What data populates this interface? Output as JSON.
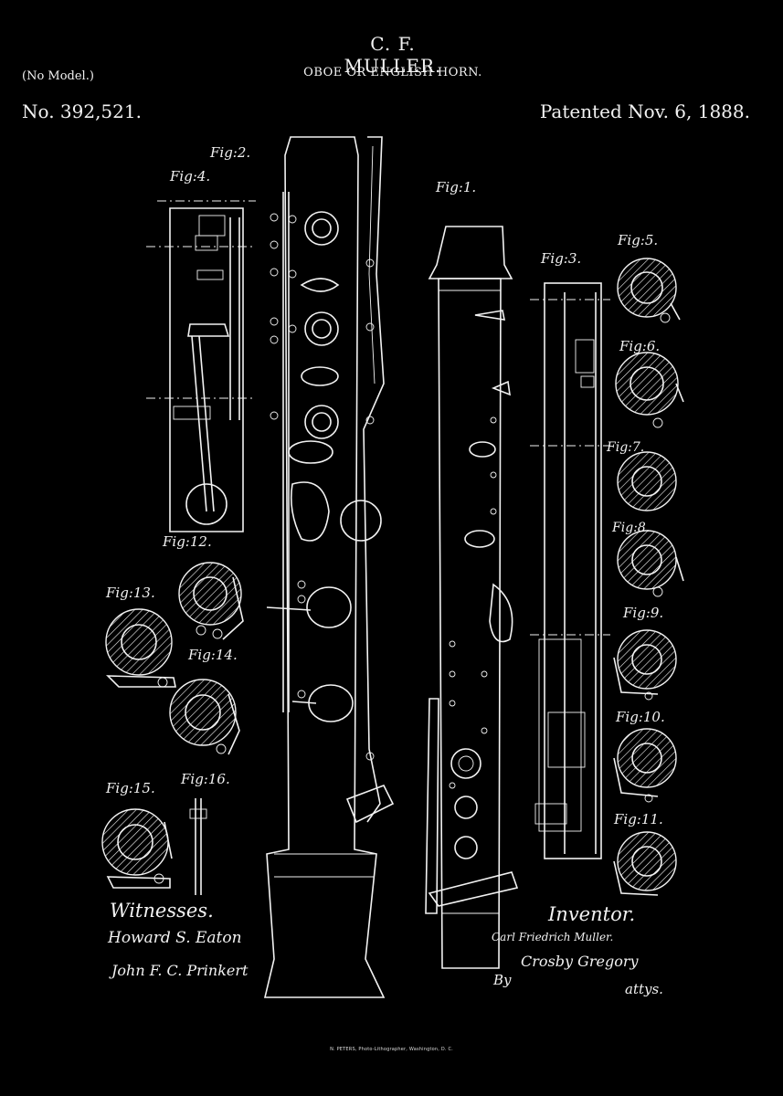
{
  "header": {
    "inventor_name": "C. F. MULLER.",
    "title": "OBOE OR ENGLISH HORN.",
    "no_model": "(No Model.)",
    "patent_number": "No. 392,521.",
    "patent_date": "Patented Nov. 6, 1888."
  },
  "figures": {
    "fig1": "Fig:1.",
    "fig2": "Fig:2.",
    "fig3": "Fig:3.",
    "fig4": "Fig:4.",
    "fig5": "Fig:5.",
    "fig6": "Fig:6.",
    "fig7": "Fig:7.",
    "fig8": "Fig:8.",
    "fig9": "Fig:9.",
    "fig10": "Fig:10.",
    "fig11": "Fig:11.",
    "fig12": "Fig:12.",
    "fig13": "Fig:13.",
    "fig14": "Fig:14.",
    "fig15": "Fig:15.",
    "fig16": "Fig:16."
  },
  "signatures": {
    "witnesses_label": "Witnesses.",
    "witness_1": "Howard S. Eaton",
    "witness_2": "John F. C. Prinkert",
    "inventor_label": "Inventor.",
    "inventor_signature": "Carl Friedrich Muller.",
    "by": "By",
    "attorney": "Crosby Gregory",
    "attys": "attys."
  },
  "footer": {
    "lithographer": "N. PETERS, Photo-Lithographer, Washington, D. C."
  },
  "colors": {
    "background": "#000000",
    "ink": "#f2f2f2"
  }
}
